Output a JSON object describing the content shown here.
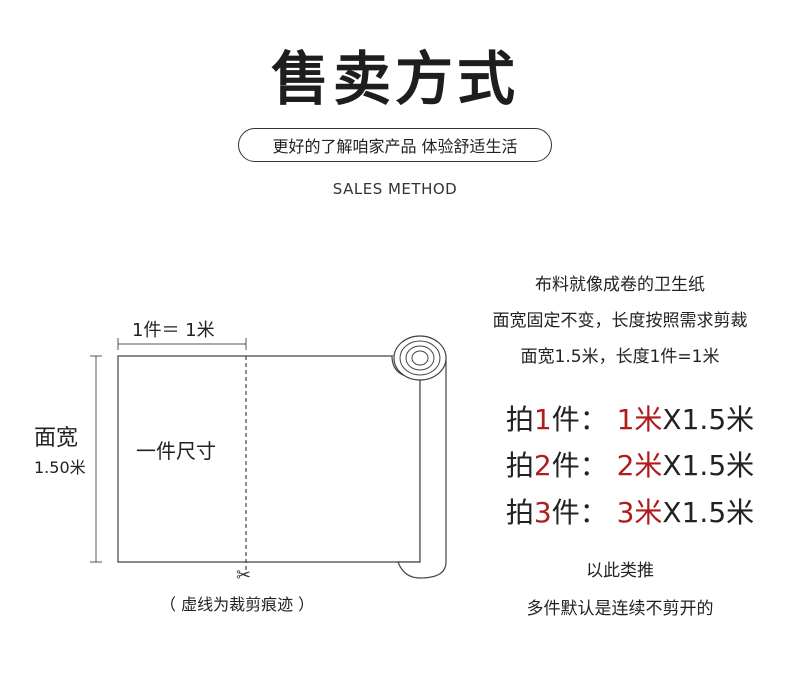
{
  "header": {
    "title": "售卖方式",
    "tagline": "更好的了解咱家产品 体验舒适生活",
    "subtitle": "SALES METHOD"
  },
  "diagram": {
    "unit_label": "1件＝ 1米",
    "width_label": "面宽",
    "width_value": "1.50米",
    "piece_label": "一件尺寸",
    "scissors_icon": "scissors-icon",
    "cut_note": "（ 虚线为裁剪痕迹 ）"
  },
  "info": {
    "line1": "布料就像成卷的卫生纸",
    "line2": "面宽固定不变，长度按照需求剪裁",
    "line3": "面宽1.5米，长度1件=1米",
    "orders": [
      {
        "pre": "拍",
        "n": "1",
        "mid": "件：  ",
        "len": "1米",
        "post": "X1.5米"
      },
      {
        "pre": "拍",
        "n": "2",
        "mid": "件：  ",
        "len": "2米",
        "post": "X1.5米"
      },
      {
        "pre": "拍",
        "n": "3",
        "mid": "件：  ",
        "len": "3米",
        "post": "X1.5米"
      }
    ],
    "etc": "以此类推",
    "note": "多件默认是连续不剪开的"
  },
  "colors": {
    "accent_red": "#b01c1c",
    "text": "#222222"
  }
}
